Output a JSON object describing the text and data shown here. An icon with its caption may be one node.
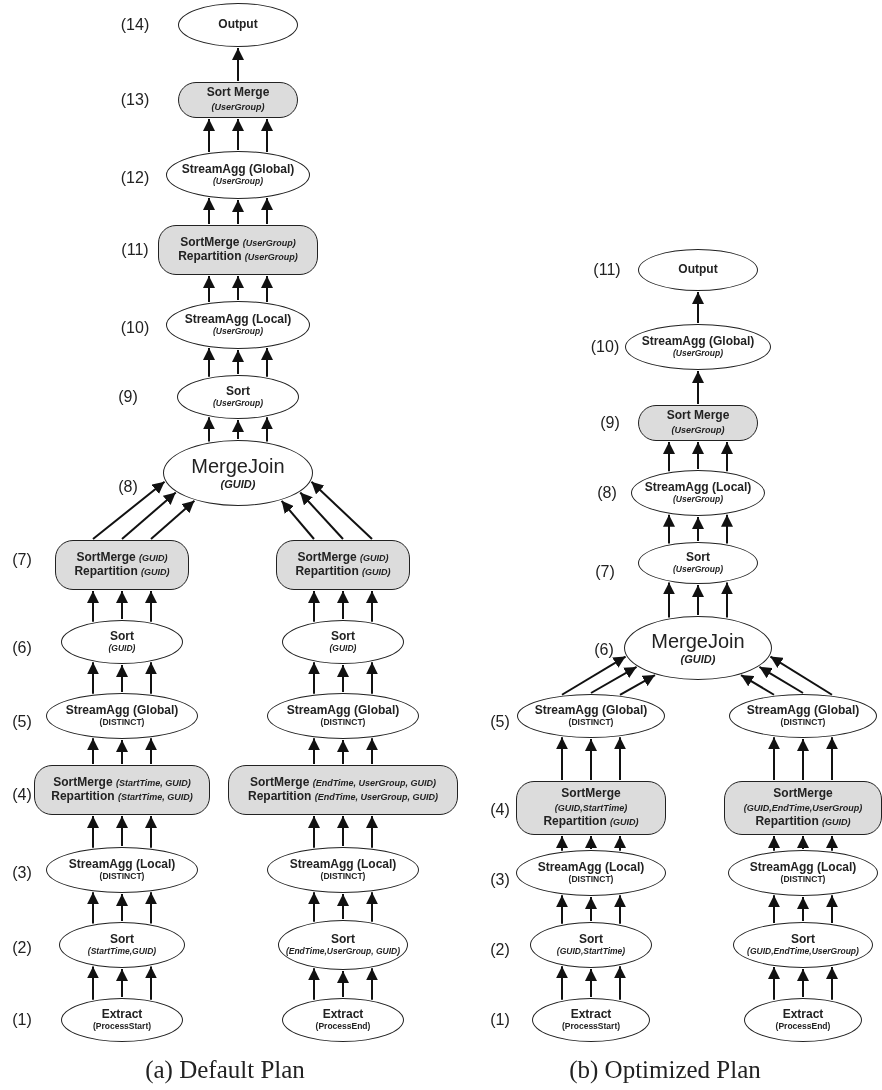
{
  "diagram": {
    "nodes": [
      {
        "text": [
          "Output"
        ]
      },
      {
        "text": [
          "Sort Merge",
          "*(UserGroup)*"
        ]
      },
      {
        "text": [
          "StreamAgg (Global)",
          "*(UserGroup)*"
        ]
      },
      {
        "text": [
          "SortMerge *(UserGroup)*",
          "Repartition *(UserGroup)*"
        ]
      },
      {
        "text": [
          "StreamAgg (Local)",
          "*(UserGroup)*"
        ]
      },
      {
        "text": [
          "Sort",
          "*(UserGroup)*"
        ]
      },
      {
        "text": [
          "MergeJoin",
          "*(GUID)*"
        ]
      },
      {
        "text": [
          "SortMerge *(GUID)*",
          "Repartition *(GUID)*"
        ]
      },
      {
        "text": [
          "SortMerge *(GUID)*",
          "Repartition *(GUID)*"
        ]
      },
      {
        "text": [
          "Sort",
          "*(GUID)*"
        ]
      },
      {
        "text": [
          "Sort",
          "*(GUID)*"
        ]
      },
      {
        "text": [
          "StreamAgg (Global)",
          "(DISTINCT)"
        ]
      },
      {
        "text": [
          "StreamAgg (Global)",
          "(DISTINCT)"
        ]
      },
      {
        "text": [
          "SortMerge *(StartTime, GUID)*",
          "Repartition *(StartTime, GUID)*"
        ]
      },
      {
        "text": [
          "SortMerge *(EndTime, UserGroup, GUID)*",
          "Repartition *(EndTime, UserGroup, GUID)*"
        ]
      },
      {
        "text": [
          "StreamAgg (Local)",
          "(DISTINCT)"
        ]
      },
      {
        "text": [
          "StreamAgg (Local)",
          "(DISTINCT)"
        ]
      },
      {
        "text": [
          "Sort",
          "*(StartTime,GUID)*"
        ]
      },
      {
        "text": [
          "Sort",
          "*(EndTime,UserGroup, GUID)*"
        ]
      },
      {
        "text": [
          "Extract",
          "(ProcessStart)"
        ]
      },
      {
        "text": [
          "Extract",
          "(ProcessEnd)"
        ]
      },
      {
        "text": [
          "Output"
        ]
      },
      {
        "text": [
          "StreamAgg (Global)",
          "*(UserGroup)*"
        ]
      },
      {
        "text": [
          "Sort Merge",
          "*(UserGroup)*"
        ]
      },
      {
        "text": [
          "StreamAgg (Local)",
          "*(UserGroup)*"
        ]
      },
      {
        "text": [
          "Sort",
          "*(UserGroup)*"
        ]
      },
      {
        "text": [
          "MergeJoin",
          "*(GUID)*"
        ]
      },
      {
        "text": [
          "StreamAgg (Global)",
          "(DISTINCT)"
        ]
      },
      {
        "text": [
          "StreamAgg (Global)",
          "(DISTINCT)"
        ]
      },
      {
        "text": [
          "SortMerge",
          "*(GUID,StartTime)*",
          "Repartition *(GUID)*"
        ]
      },
      {
        "text": [
          "SortMerge",
          "*(GUID,EndTime,UserGroup)*",
          "Repartition *(GUID)*"
        ]
      },
      {
        "text": [
          "StreamAgg (Local)",
          "(DISTINCT)"
        ]
      },
      {
        "text": [
          "StreamAgg (Local)",
          "(DISTINCT)"
        ]
      },
      {
        "text": [
          "Sort",
          "*(GUID,StartTime)*"
        ]
      },
      {
        "text": [
          "Sort",
          "*(GUID,EndTime,UserGroup)*"
        ]
      },
      {
        "text": [
          "Extract",
          "(ProcessStart)"
        ]
      },
      {
        "text": [
          "Extract",
          "(ProcessEnd)"
        ]
      }
    ],
    "edges": [
      {
        "from": 1,
        "to": 0,
        "arrow": "to"
      },
      {
        "from": 2,
        "to": 1,
        "arrow": "to"
      },
      {
        "from": 2,
        "to": 1,
        "arrow": "to"
      },
      {
        "from": 2,
        "to": 1,
        "arrow": "to"
      },
      {
        "from": 3,
        "to": 2,
        "arrow": "to"
      },
      {
        "from": 3,
        "to": 2,
        "arrow": "to"
      },
      {
        "from": 3,
        "to": 2,
        "arrow": "to"
      },
      {
        "from": 4,
        "to": 3,
        "arrow": "to"
      },
      {
        "from": 4,
        "to": 3,
        "arrow": "to"
      },
      {
        "from": 4,
        "to": 3,
        "arrow": "to"
      },
      {
        "from": 5,
        "to": 4,
        "arrow": "to"
      },
      {
        "from": 5,
        "to": 4,
        "arrow": "to"
      },
      {
        "from": 5,
        "to": 4,
        "arrow": "to"
      },
      {
        "from": 6,
        "to": 5,
        "arrow": "to"
      },
      {
        "from": 6,
        "to": 5,
        "arrow": "to"
      },
      {
        "from": 6,
        "to": 5,
        "arrow": "to"
      },
      {
        "from": 7,
        "to": 6,
        "arrow": "to"
      },
      {
        "from": 7,
        "to": 6,
        "arrow": "to"
      },
      {
        "from": 7,
        "to": 6,
        "arrow": "to"
      },
      {
        "from": 8,
        "to": 6,
        "arrow": "to"
      },
      {
        "from": 8,
        "to": 6,
        "arrow": "to"
      },
      {
        "from": 8,
        "to": 6,
        "arrow": "to"
      },
      {
        "from": 9,
        "to": 7,
        "arrow": "to"
      },
      {
        "from": 9,
        "to": 7,
        "arrow": "to"
      },
      {
        "from": 9,
        "to": 7,
        "arrow": "to"
      },
      {
        "from": 10,
        "to": 8,
        "arrow": "to"
      },
      {
        "from": 10,
        "to": 8,
        "arrow": "to"
      },
      {
        "from": 10,
        "to": 8,
        "arrow": "to"
      },
      {
        "from": 11,
        "to": 9,
        "arrow": "to"
      },
      {
        "from": 11,
        "to": 9,
        "arrow": "to"
      },
      {
        "from": 11,
        "to": 9,
        "arrow": "to"
      },
      {
        "from": 12,
        "to": 10,
        "arrow": "to"
      },
      {
        "from": 12,
        "to": 10,
        "arrow": "to"
      },
      {
        "from": 12,
        "to": 10,
        "arrow": "to"
      },
      {
        "from": 13,
        "to": 11,
        "arrow": "to"
      },
      {
        "from": 13,
        "to": 11,
        "arrow": "to"
      },
      {
        "from": 13,
        "to": 11,
        "arrow": "to"
      },
      {
        "from": 14,
        "to": 12,
        "arrow": "to"
      },
      {
        "from": 14,
        "to": 12,
        "arrow": "to"
      },
      {
        "from": 14,
        "to": 12,
        "arrow": "to"
      },
      {
        "from": 15,
        "to": 13,
        "arrow": "to"
      },
      {
        "from": 15,
        "to": 13,
        "arrow": "to"
      },
      {
        "from": 15,
        "to": 13,
        "arrow": "to"
      },
      {
        "from": 16,
        "to": 14,
        "arrow": "to"
      },
      {
        "from": 16,
        "to": 14,
        "arrow": "to"
      },
      {
        "from": 16,
        "to": 14,
        "arrow": "to"
      },
      {
        "from": 17,
        "to": 15,
        "arrow": "to"
      },
      {
        "from": 17,
        "to": 15,
        "arrow": "to"
      },
      {
        "from": 17,
        "to": 15,
        "arrow": "to"
      },
      {
        "from": 18,
        "to": 16,
        "arrow": "to"
      },
      {
        "from": 18,
        "to": 16,
        "arrow": "to"
      },
      {
        "from": 18,
        "to": 16,
        "arrow": "to"
      },
      {
        "from": 19,
        "to": 17,
        "arrow": "to"
      },
      {
        "from": 19,
        "to": 17,
        "arrow": "to"
      },
      {
        "from": 19,
        "to": 17,
        "arrow": "to"
      },
      {
        "from": 20,
        "to": 18,
        "arrow": "to"
      },
      {
        "from": 20,
        "to": 18,
        "arrow": "to"
      },
      {
        "from": 20,
        "to": 18,
        "arrow": "to"
      },
      {
        "from": 22,
        "to": 21,
        "arrow": "to"
      },
      {
        "from": 23,
        "to": 22,
        "arrow": "to"
      },
      {
        "from": 24,
        "to": 23,
        "arrow": "to"
      },
      {
        "from": 24,
        "to": 23,
        "arrow": "to"
      },
      {
        "from": 24,
        "to": 23,
        "arrow": "to"
      },
      {
        "from": 25,
        "to": 24,
        "arrow": "to"
      },
      {
        "from": 25,
        "to": 24,
        "arrow": "to"
      },
      {
        "from": 25,
        "to": 24,
        "arrow": "to"
      },
      {
        "from": 26,
        "to": 25,
        "arrow": "to"
      },
      {
        "from": 26,
        "to": 25,
        "arrow": "to"
      },
      {
        "from": 26,
        "to": 25,
        "arrow": "to"
      },
      {
        "from": 27,
        "to": 26,
        "arrow": "to"
      },
      {
        "from": 27,
        "to": 26,
        "arrow": "to"
      },
      {
        "from": 27,
        "to": 26,
        "arrow": "to"
      },
      {
        "from": 28,
        "to": 26,
        "arrow": "to"
      },
      {
        "from": 28,
        "to": 26,
        "arrow": "to"
      },
      {
        "from": 28,
        "to": 26,
        "arrow": "to"
      },
      {
        "from": 29,
        "to": 27,
        "arrow": "to"
      },
      {
        "from": 29,
        "to": 27,
        "arrow": "to"
      },
      {
        "from": 29,
        "to": 27,
        "arrow": "to"
      },
      {
        "from": 30,
        "to": 28,
        "arrow": "to"
      },
      {
        "from": 30,
        "to": 28,
        "arrow": "to"
      },
      {
        "from": 30,
        "to": 28,
        "arrow": "to"
      },
      {
        "from": 31,
        "to": 29,
        "arrow": "to"
      },
      {
        "from": 31,
        "to": 29,
        "arrow": "to"
      },
      {
        "from": 31,
        "to": 29,
        "arrow": "to"
      },
      {
        "from": 32,
        "to": 30,
        "arrow": "to"
      },
      {
        "from": 32,
        "to": 30,
        "arrow": "to"
      },
      {
        "from": 32,
        "to": 30,
        "arrow": "to"
      },
      {
        "from": 33,
        "to": 31,
        "arrow": "to"
      },
      {
        "from": 33,
        "to": 31,
        "arrow": "to"
      },
      {
        "from": 33,
        "to": 31,
        "arrow": "to"
      },
      {
        "from": 34,
        "to": 32,
        "arrow": "to"
      },
      {
        "from": 34,
        "to": 32,
        "arrow": "to"
      },
      {
        "from": 34,
        "to": 32,
        "arrow": "to"
      },
      {
        "from": 35,
        "to": 33,
        "arrow": "to"
      },
      {
        "from": 35,
        "to": 33,
        "arrow": "to"
      },
      {
        "from": 35,
        "to": 33,
        "arrow": "to"
      },
      {
        "from": 36,
        "to": 34,
        "arrow": "to"
      },
      {
        "from": 36,
        "to": 34,
        "arrow": "to"
      },
      {
        "from": 36,
        "to": 34,
        "arrow": "to"
      }
    ],
    "labels": [
      "(14)",
      "(13)",
      "(12)",
      "(11)",
      "(10)",
      "(9)",
      "(8)",
      "(7)",
      "(6)",
      "(5)",
      "(4)",
      "(3)",
      "(2)",
      "(1)",
      "(a) Default Plan",
      "(11)",
      "(10)",
      "(9)",
      "(8)",
      "(7)",
      "(6)",
      "(5)",
      "(4)",
      "(3)",
      "(2)",
      "(1)",
      "(b) Optimized Plan"
    ]
  }
}
